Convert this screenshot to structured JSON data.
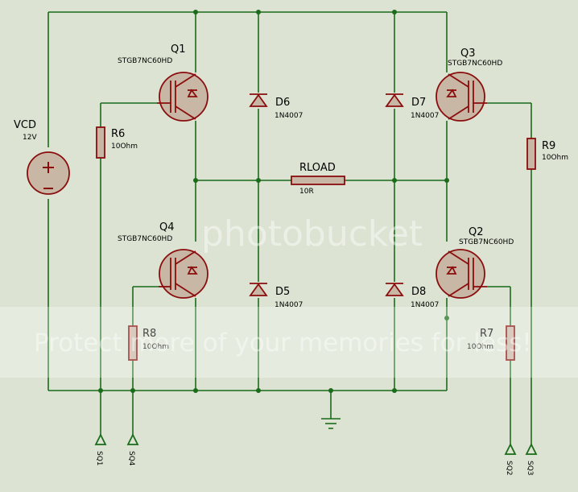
{
  "components": {
    "q1": {
      "ref": "Q1",
      "part": "STGB7NC60HD"
    },
    "q2": {
      "ref": "Q2",
      "part": "STGB7NC60HD"
    },
    "q3": {
      "ref": "Q3",
      "part": "STGB7NC60HD"
    },
    "q4": {
      "ref": "Q4",
      "part": "STGB7NC60HD"
    },
    "d5": {
      "ref": "D5",
      "part": "1N4007"
    },
    "d6": {
      "ref": "D6",
      "part": "1N4007"
    },
    "d7": {
      "ref": "D7",
      "part": "1N4007"
    },
    "d8": {
      "ref": "D8",
      "part": "1N4007"
    },
    "r6": {
      "ref": "R6",
      "value": "10Ohm"
    },
    "r7": {
      "ref": "R7",
      "value": "10Ohm"
    },
    "r8": {
      "ref": "R8",
      "value": "10Ohm"
    },
    "r9": {
      "ref": "R9",
      "value": "10Ohm"
    },
    "rload": {
      "ref": "RLOAD",
      "value": "10R"
    },
    "vcd": {
      "ref": "VCD",
      "value": "12V"
    }
  },
  "terminals": {
    "sq1": "SQ1",
    "sq2": "SQ2",
    "sq3": "SQ3",
    "sq4": "SQ4"
  },
  "watermark": {
    "brand": "photobucket",
    "tagline": "Protect more of your memories for less!"
  },
  "colors": {
    "background": "#dce3d2",
    "wire": "#1a6b1a",
    "component": "#8a0d0d"
  }
}
